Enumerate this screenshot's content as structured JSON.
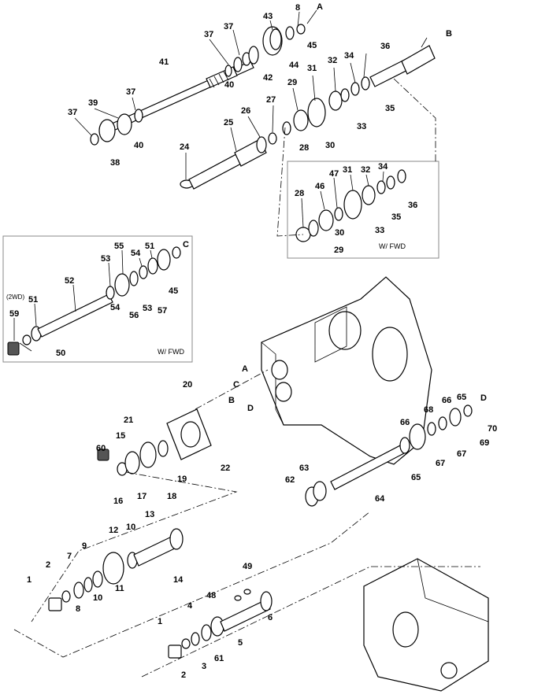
{
  "inset_fwd_right": {
    "caption": "W/ FWD"
  },
  "inset_left": {
    "note": "(2WD)",
    "caption": "W/ FWD"
  },
  "callouts": [
    {
      "id": "c1",
      "text": "8"
    },
    {
      "id": "c2",
      "text": "A"
    },
    {
      "id": "c3",
      "text": "43"
    },
    {
      "id": "c4",
      "text": "37"
    },
    {
      "id": "c5",
      "text": "37"
    },
    {
      "id": "c6",
      "text": "45"
    },
    {
      "id": "c7",
      "text": "44"
    },
    {
      "id": "c8",
      "text": "40"
    },
    {
      "id": "c9",
      "text": "42"
    },
    {
      "id": "c10",
      "text": "41"
    },
    {
      "id": "c11",
      "text": "B"
    },
    {
      "id": "c12",
      "text": "36"
    },
    {
      "id": "c13",
      "text": "34"
    },
    {
      "id": "c14",
      "text": "32"
    },
    {
      "id": "c15",
      "text": "31"
    },
    {
      "id": "c16",
      "text": "29"
    },
    {
      "id": "c17",
      "text": "35"
    },
    {
      "id": "c18",
      "text": "33"
    },
    {
      "id": "c19",
      "text": "37"
    },
    {
      "id": "c20",
      "text": "39"
    },
    {
      "id": "c21",
      "text": "37"
    },
    {
      "id": "c22",
      "text": "40"
    },
    {
      "id": "c23",
      "text": "38"
    },
    {
      "id": "c24",
      "text": "27"
    },
    {
      "id": "c25",
      "text": "26"
    },
    {
      "id": "c26",
      "text": "25"
    },
    {
      "id": "c27",
      "text": "28"
    },
    {
      "id": "c28",
      "text": "30"
    },
    {
      "id": "c29",
      "text": "24"
    },
    {
      "id": "c30",
      "text": "31"
    },
    {
      "id": "c31",
      "text": "32"
    },
    {
      "id": "c32",
      "text": "34"
    },
    {
      "id": "c33",
      "text": "47"
    },
    {
      "id": "c34",
      "text": "46"
    },
    {
      "id": "c35",
      "text": "28"
    },
    {
      "id": "c36",
      "text": "30"
    },
    {
      "id": "c37",
      "text": "33"
    },
    {
      "id": "c38",
      "text": "35"
    },
    {
      "id": "c39",
      "text": "36"
    },
    {
      "id": "c40",
      "text": "29"
    },
    {
      "id": "c41",
      "text": "55"
    },
    {
      "id": "c42",
      "text": "54"
    },
    {
      "id": "c43",
      "text": "51"
    },
    {
      "id": "c44",
      "text": "C"
    },
    {
      "id": "c45",
      "text": "53"
    },
    {
      "id": "c46",
      "text": "52"
    },
    {
      "id": "c47",
      "text": "51"
    },
    {
      "id": "c48",
      "text": "59"
    },
    {
      "id": "c49",
      "text": "54"
    },
    {
      "id": "c50",
      "text": "56"
    },
    {
      "id": "c51",
      "text": "53"
    },
    {
      "id": "c52",
      "text": "57"
    },
    {
      "id": "c53",
      "text": "45"
    },
    {
      "id": "c54",
      "text": "50"
    },
    {
      "id": "c55",
      "text": "A"
    },
    {
      "id": "c56",
      "text": "C"
    },
    {
      "id": "c57",
      "text": "B"
    },
    {
      "id": "c58",
      "text": "D"
    },
    {
      "id": "c59",
      "text": "20"
    },
    {
      "id": "c60",
      "text": "21"
    },
    {
      "id": "c61",
      "text": "15"
    },
    {
      "id": "c62",
      "text": "60"
    },
    {
      "id": "c63",
      "text": "22"
    },
    {
      "id": "c64",
      "text": "19"
    },
    {
      "id": "c65",
      "text": "16"
    },
    {
      "id": "c66",
      "text": "17"
    },
    {
      "id": "c67",
      "text": "18"
    },
    {
      "id": "c68",
      "text": "65"
    },
    {
      "id": "c69",
      "text": "66"
    },
    {
      "id": "c70",
      "text": "D"
    },
    {
      "id": "c71",
      "text": "68"
    },
    {
      "id": "c72",
      "text": "66"
    },
    {
      "id": "c73",
      "text": "70"
    },
    {
      "id": "c74",
      "text": "69"
    },
    {
      "id": "c75",
      "text": "67"
    },
    {
      "id": "c76",
      "text": "67"
    },
    {
      "id": "c77",
      "text": "65"
    },
    {
      "id": "c78",
      "text": "63"
    },
    {
      "id": "c79",
      "text": "62"
    },
    {
      "id": "c80",
      "text": "64"
    },
    {
      "id": "c81",
      "text": "13"
    },
    {
      "id": "c82",
      "text": "12"
    },
    {
      "id": "c83",
      "text": "10"
    },
    {
      "id": "c84",
      "text": "9"
    },
    {
      "id": "c85",
      "text": "7"
    },
    {
      "id": "c86",
      "text": "2"
    },
    {
      "id": "c87",
      "text": "1"
    },
    {
      "id": "c88",
      "text": "14"
    },
    {
      "id": "c89",
      "text": "8"
    },
    {
      "id": "c90",
      "text": "10"
    },
    {
      "id": "c91",
      "text": "11"
    },
    {
      "id": "c92",
      "text": "49"
    },
    {
      "id": "c93",
      "text": "48"
    },
    {
      "id": "c94",
      "text": "4"
    },
    {
      "id": "c95",
      "text": "6"
    },
    {
      "id": "c96",
      "text": "1"
    },
    {
      "id": "c97",
      "text": "3"
    },
    {
      "id": "c98",
      "text": "61"
    },
    {
      "id": "c99",
      "text": "5"
    },
    {
      "id": "c100",
      "text": "2"
    }
  ]
}
